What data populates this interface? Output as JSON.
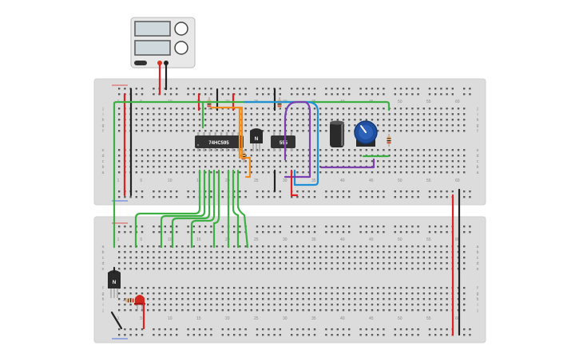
{
  "colors": {
    "board": "#dcdcdc",
    "hole": "#5a5a5a",
    "wire_green": "#3cb043",
    "wire_red": "#e02020",
    "wire_black": "#222222",
    "wire_orange": "#f08c1e",
    "wire_blue": "#1f8fd6",
    "wire_purple": "#7b3fb0",
    "chip": "#333333",
    "led": "#d0281e",
    "pot": "#1f4f9e"
  },
  "top_board": {
    "column_numbers": [
      "1",
      "5",
      "10",
      "15",
      "20",
      "25",
      "30",
      "35",
      "40",
      "45",
      "50",
      "55",
      "60"
    ],
    "row_letters_top": [
      "j",
      "i",
      "h",
      "g",
      "f"
    ],
    "row_letters_bottom": [
      "e",
      "d",
      "c",
      "b",
      "a"
    ]
  },
  "bottom_board": {
    "column_numbers": [
      "1",
      "5",
      "10",
      "15",
      "20",
      "25",
      "30",
      "35",
      "40",
      "45",
      "50",
      "55",
      "60"
    ],
    "row_letters_top": [
      "a",
      "b",
      "c",
      "d",
      "e"
    ],
    "row_letters_bottom": [
      "f",
      "g",
      "h",
      "i",
      "j"
    ]
  },
  "components": {
    "shift_register_label": "74HC595",
    "timer_label": "555",
    "transistor_top_label": "N",
    "transistor_bottom_label": "N"
  }
}
